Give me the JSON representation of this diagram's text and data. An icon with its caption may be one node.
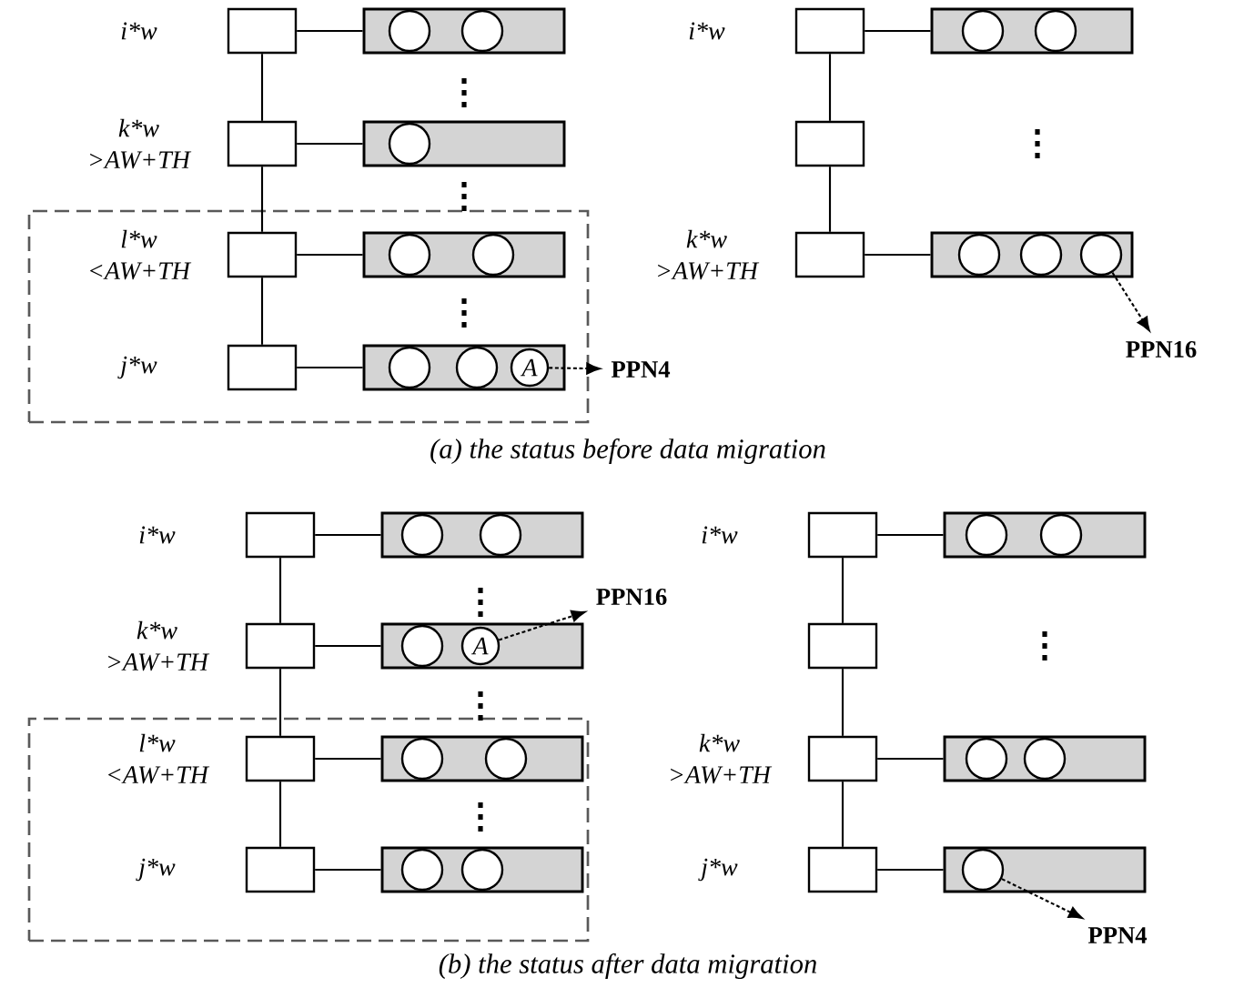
{
  "diagram": {
    "nodes": [
      {
        "text": [],
        "shape": "box",
        "beside": [
          "i*w"
        ]
      },
      {
        "text": [],
        "shape": "bar"
      },
      {
        "text": [],
        "shape": "circle",
        "in": 1
      },
      {
        "text": [],
        "shape": "circle",
        "in": 1
      },
      {
        "text": [],
        "shape": "box",
        "beside": [
          "k*w >AW+TH"
        ]
      },
      {
        "text": [],
        "shape": "bar"
      },
      {
        "text": [],
        "shape": "circle",
        "in": 5
      },
      {
        "text": [],
        "shape": "box"
      },
      {
        "text": [],
        "shape": "box",
        "beside": [
          "l*w <AW+TH"
        ],
        "in": 7
      },
      {
        "text": [],
        "shape": "bar",
        "in": 7
      },
      {
        "text": [],
        "shape": "circle",
        "in": 9
      },
      {
        "text": [],
        "shape": "circle",
        "in": 9
      },
      {
        "text": [],
        "shape": "box",
        "beside": [
          "j*w"
        ],
        "in": 7
      },
      {
        "text": [],
        "shape": "bar",
        "in": 7
      },
      {
        "text": [],
        "shape": "circle",
        "in": 13
      },
      {
        "text": [],
        "shape": "circle",
        "in": 13
      },
      {
        "text": [
          "A"
        ],
        "in": 13
      },
      {
        "text": [
          "PPN4"
        ]
      },
      {
        "text": [],
        "shape": "box",
        "beside": [
          "i*w"
        ]
      },
      {
        "text": [],
        "shape": "bar"
      },
      {
        "text": [],
        "shape": "circle",
        "in": 19
      },
      {
        "text": [],
        "shape": "circle",
        "in": 19
      },
      {
        "text": [],
        "shape": "box"
      },
      {
        "text": [],
        "shape": "box",
        "beside": [
          "k*w >AW+TH"
        ]
      },
      {
        "text": [],
        "shape": "bar"
      },
      {
        "text": [],
        "shape": "circle",
        "in": 24
      },
      {
        "text": [],
        "shape": "circle",
        "in": 24
      },
      {
        "text": [],
        "shape": "circle",
        "in": 24
      },
      {
        "text": [
          "PPN16"
        ]
      },
      {
        "text": [],
        "shape": "box",
        "beside": [
          "i*w"
        ]
      },
      {
        "text": [],
        "shape": "bar"
      },
      {
        "text": [],
        "shape": "circle",
        "in": 30
      },
      {
        "text": [],
        "shape": "circle",
        "in": 30
      },
      {
        "text": [],
        "shape": "box",
        "beside": [
          "k*w >AW+TH"
        ]
      },
      {
        "text": [],
        "shape": "bar"
      },
      {
        "text": [],
        "shape": "circle",
        "in": 34
      },
      {
        "text": [
          "A"
        ],
        "in": 34
      },
      {
        "text": [
          "PPN16"
        ]
      },
      {
        "text": [],
        "shape": "box"
      },
      {
        "text": [],
        "shape": "box",
        "beside": [
          "l*w <AW+TH"
        ],
        "in": 38
      },
      {
        "text": [],
        "shape": "bar",
        "in": 38
      },
      {
        "text": [],
        "shape": "circle",
        "in": 40
      },
      {
        "text": [],
        "shape": "circle",
        "in": 40
      },
      {
        "text": [],
        "shape": "box",
        "beside": [
          "j*w"
        ],
        "in": 38
      },
      {
        "text": [],
        "shape": "bar",
        "in": 38
      },
      {
        "text": [],
        "shape": "circle",
        "in": 44
      },
      {
        "text": [],
        "shape": "circle",
        "in": 44
      },
      {
        "text": [],
        "shape": "box",
        "beside": [
          "i*w"
        ]
      },
      {
        "text": [],
        "shape": "bar"
      },
      {
        "text": [],
        "shape": "circle",
        "in": 48
      },
      {
        "text": [],
        "shape": "circle",
        "in": 48
      },
      {
        "text": [],
        "shape": "box"
      },
      {
        "text": [],
        "shape": "box",
        "beside": [
          "k*w >AW+TH"
        ]
      },
      {
        "text": [],
        "shape": "bar"
      },
      {
        "text": [],
        "shape": "circle",
        "in": 53
      },
      {
        "text": [],
        "shape": "circle",
        "in": 53
      },
      {
        "text": [],
        "shape": "box",
        "beside": [
          "j*w"
        ]
      },
      {
        "text": [],
        "shape": "bar"
      },
      {
        "text": [],
        "shape": "circle",
        "in": 57
      },
      {
        "text": [
          "PPN4"
        ]
      }
    ],
    "edges": [
      {
        "from": 0,
        "to": 4,
        "arrow": "none"
      },
      {
        "from": 4,
        "to": 8,
        "arrow": "none"
      },
      {
        "from": 8,
        "to": 12,
        "arrow": "none"
      },
      {
        "from": 0,
        "to": 1,
        "arrow": "none"
      },
      {
        "from": 4,
        "to": 5,
        "arrow": "none"
      },
      {
        "from": 8,
        "to": 9,
        "arrow": "none"
      },
      {
        "from": 12,
        "to": 13,
        "arrow": "none"
      },
      {
        "from": 16,
        "to": 17,
        "arrow": "to",
        "style": "dashed"
      },
      {
        "from": 18,
        "to": 22,
        "arrow": "none"
      },
      {
        "from": 22,
        "to": 23,
        "arrow": "none"
      },
      {
        "from": 18,
        "to": 19,
        "arrow": "none"
      },
      {
        "from": 23,
        "to": 24,
        "arrow": "none"
      },
      {
        "from": 27,
        "to": 28,
        "arrow": "to",
        "style": "dashed"
      },
      {
        "from": 29,
        "to": 33,
        "arrow": "none"
      },
      {
        "from": 33,
        "to": 39,
        "arrow": "none"
      },
      {
        "from": 39,
        "to": 43,
        "arrow": "none"
      },
      {
        "from": 29,
        "to": 30,
        "arrow": "none"
      },
      {
        "from": 33,
        "to": 34,
        "arrow": "none"
      },
      {
        "from": 39,
        "to": 40,
        "arrow": "none"
      },
      {
        "from": 43,
        "to": 44,
        "arrow": "none"
      },
      {
        "from": 36,
        "to": 37,
        "arrow": "to",
        "style": "dashed"
      },
      {
        "from": 47,
        "to": 51,
        "arrow": "none"
      },
      {
        "from": 51,
        "to": 52,
        "arrow": "none"
      },
      {
        "from": 52,
        "to": 56,
        "arrow": "none"
      },
      {
        "from": 47,
        "to": 48,
        "arrow": "none"
      },
      {
        "from": 52,
        "to": 53,
        "arrow": "none"
      },
      {
        "from": 56,
        "to": 57,
        "arrow": "none"
      },
      {
        "from": 58,
        "to": 59,
        "arrow": "to",
        "style": "dashed"
      }
    ],
    "labels": [
      "(a) the status before data migration",
      "(b) the status after data migration"
    ]
  }
}
